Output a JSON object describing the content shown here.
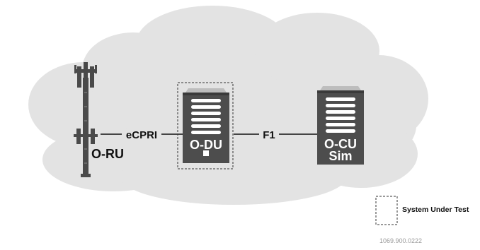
{
  "diagram": {
    "nodes": {
      "oru": {
        "label": "O-RU"
      },
      "odu": {
        "label": "O-DU"
      },
      "ocu": {
        "label_line1": "O-CU",
        "label_line2": "Sim"
      }
    },
    "links": {
      "ecpri": {
        "label": "eCPRI"
      },
      "f1": {
        "label": "F1"
      }
    },
    "legend": {
      "label": "System Under Test"
    },
    "doc_number": "1069.900.0222"
  },
  "colors": {
    "cloud": "#e3e3e3",
    "device": "#4d4d4d",
    "device_dark": "#3a3a3a",
    "device_top": "#bdbdbd",
    "line": "#111111",
    "slot": "#ffffff",
    "tower": "#4a4a4a"
  }
}
